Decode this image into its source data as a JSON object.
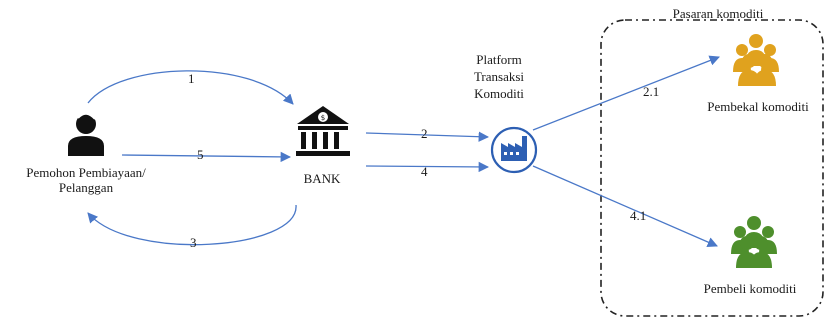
{
  "nodes": {
    "applicant": "Pemohon Pembiayaan/\nPelanggan",
    "bank": "BANK",
    "platform": "Platform\nTransaksi\nKomoditi",
    "market": "Pasaran komoditi",
    "seller": "Pembekal komoditi",
    "buyer": "Pembeli komoditi"
  },
  "flows": {
    "f1": "1",
    "f2": "2",
    "f21": "2.1",
    "f3": "3",
    "f4": "4",
    "f41": "4.1",
    "f5": "5"
  },
  "icons": {
    "applicant": "person-icon",
    "bank": "bank-icon",
    "platform": "factory-icon",
    "seller": "group-people-icon",
    "buyer": "group-people-icon"
  },
  "colors": {
    "arrow": "#4a78c8",
    "seller_group": "#e0a21e",
    "buyer_group": "#4e8f2c",
    "platform_ring": "#2d5fb3"
  }
}
